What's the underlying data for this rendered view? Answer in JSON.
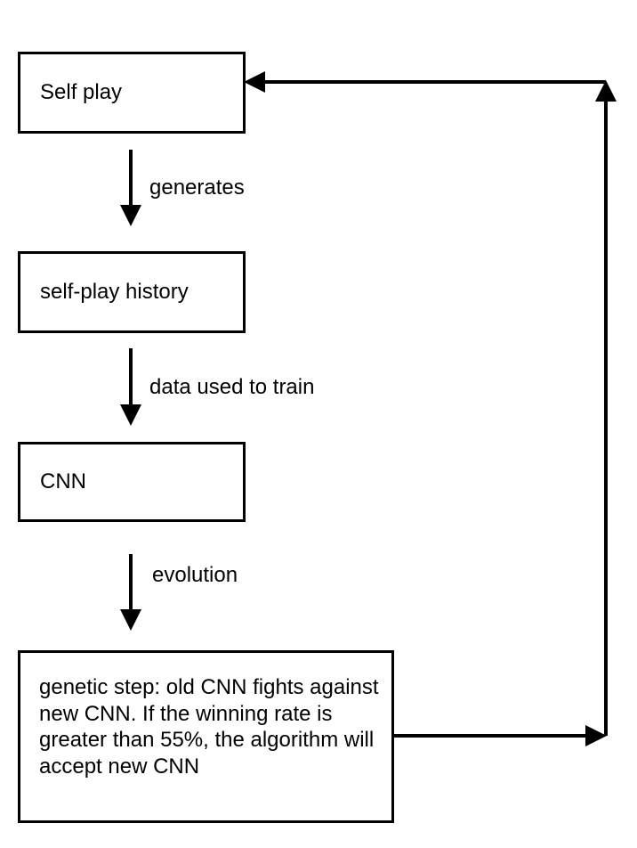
{
  "nodes": {
    "self_play": "Self play",
    "history": "self-play history",
    "cnn": "CNN",
    "genetic_step": "genetic step: old CNN fights against new CNN. If the winning rate is greater than 55%, the algorithm will accept new CNN"
  },
  "edges": {
    "self_play_to_history": "generates",
    "history_to_cnn": "data used to train",
    "cnn_to_genetic": "evolution",
    "genetic_to_self_play": ""
  },
  "colors": {
    "stroke": "#000000",
    "background": "#ffffff"
  }
}
